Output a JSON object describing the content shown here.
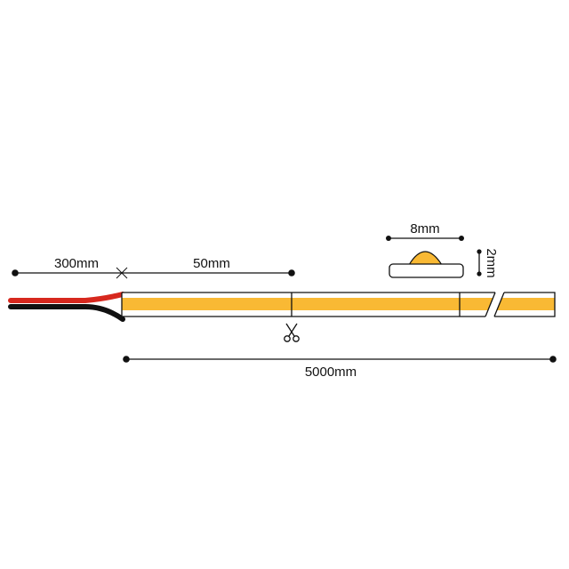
{
  "dimensions": {
    "lead_length": "300mm",
    "cut_interval": "50mm",
    "strip_length": "5000mm",
    "profile_width": "8mm",
    "profile_height": "2mm"
  },
  "colors": {
    "line": "#111111",
    "led_strip": "#F9B934",
    "red_wire": "#D7281E",
    "black_wire": "#111111",
    "background": "#FFFFFF"
  },
  "icons": {
    "cut_mark": "scissors-icon",
    "lead_cut_mark": "x-mark-icon"
  }
}
